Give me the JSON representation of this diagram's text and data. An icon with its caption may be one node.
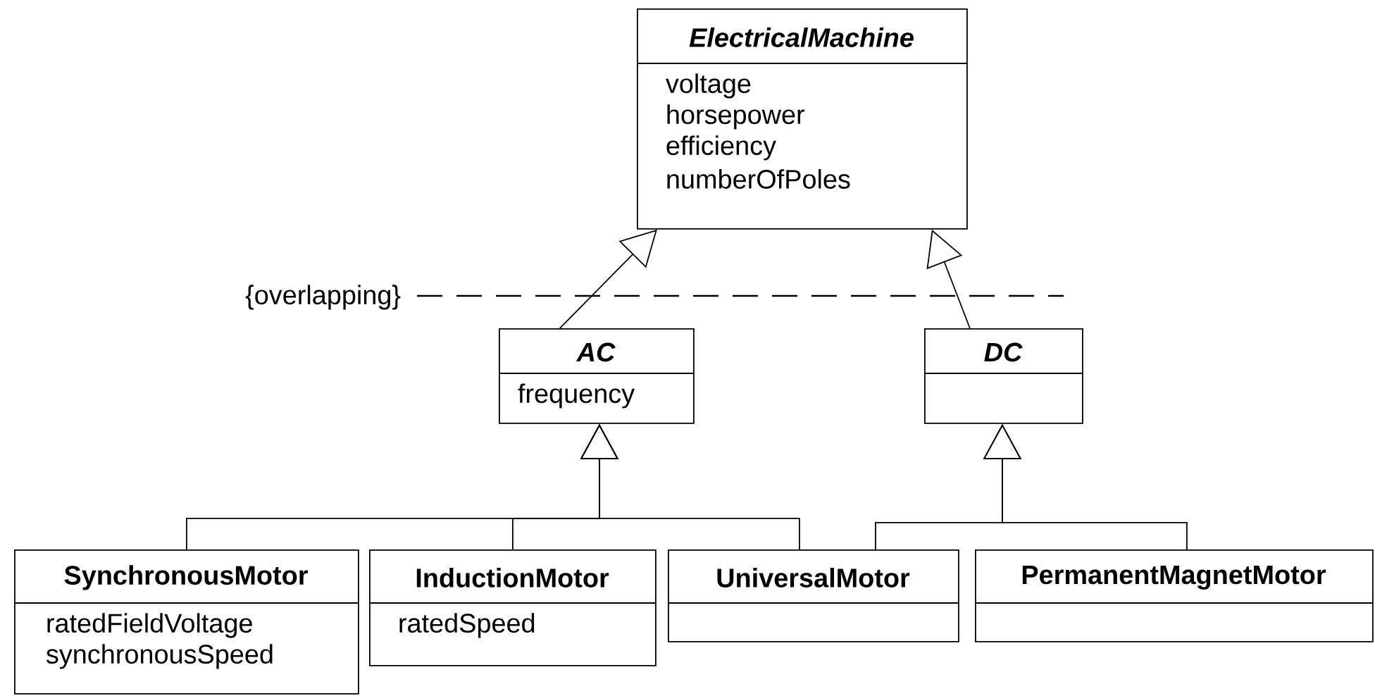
{
  "diagram": {
    "nodes": [
      {
        "text": [
          "ElectricalMachine",
          "voltage",
          "horsepower",
          "efficiency",
          "numberOfPoles"
        ]
      },
      {
        "text": [
          "AC",
          "frequency"
        ]
      },
      {
        "text": [
          "DC"
        ]
      },
      {
        "text": [
          "SynchronousMotor",
          "ratedFieldVoltage",
          "synchronousSpeed"
        ]
      },
      {
        "text": [
          "InductionMotor",
          "ratedSpeed"
        ]
      },
      {
        "text": [
          "UniversalMotor"
        ]
      },
      {
        "text": [
          "PermanentMagnetMotor"
        ]
      }
    ],
    "edges": [
      {
        "from": 1,
        "to": 0,
        "arrow": "to"
      },
      {
        "from": 2,
        "to": 0,
        "arrow": "to"
      },
      {
        "from": 3,
        "to": 1,
        "arrow": "to"
      },
      {
        "from": 4,
        "to": 1,
        "arrow": "to"
      },
      {
        "from": 5,
        "to": 1,
        "arrow": "to"
      },
      {
        "from": 5,
        "to": 2,
        "arrow": "to"
      },
      {
        "from": 6,
        "to": 2,
        "arrow": "to"
      }
    ],
    "labels": [
      "{overlapping}"
    ]
  }
}
